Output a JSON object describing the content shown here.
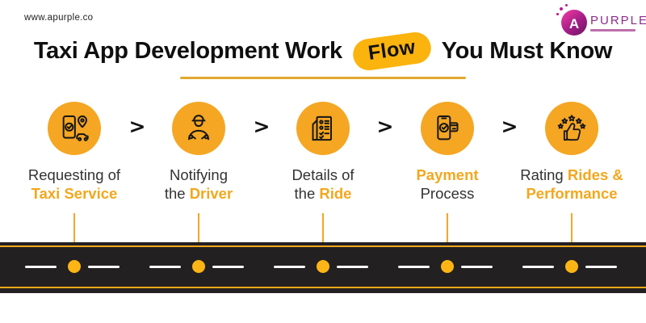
{
  "header": {
    "website_url": "www.apurple.co",
    "logo": {
      "letter": "A",
      "brand": "PURPLE",
      "mark_icon": "purple-splash-logo-icon"
    }
  },
  "title": {
    "pre": "Taxi App Development Work",
    "highlight": "Flow",
    "post": "You Must Know"
  },
  "connectors": {
    "chevron": ">"
  },
  "steps": [
    {
      "name": "requesting-taxi-service",
      "icon": "phone-taxi-request-icon",
      "line1": {
        "plain": "Requesting of",
        "accent": ""
      },
      "line2": {
        "plain": "",
        "accent": "Taxi Service"
      }
    },
    {
      "name": "notifying-driver",
      "icon": "driver-icon",
      "line1": {
        "plain": "Notifying",
        "accent": ""
      },
      "line2": {
        "plain": "the ",
        "accent": "Driver"
      }
    },
    {
      "name": "ride-details",
      "icon": "ride-checklist-icon",
      "line1": {
        "plain": "Details of",
        "accent": ""
      },
      "line2": {
        "plain": "the ",
        "accent": "Ride"
      }
    },
    {
      "name": "payment-process",
      "icon": "phone-payment-icon",
      "line1": {
        "plain": "",
        "accent": "Payment"
      },
      "line2": {
        "plain": "Process",
        "accent": ""
      }
    },
    {
      "name": "rating-rides-performance",
      "icon": "thumbs-up-stars-icon",
      "line1": {
        "plain": "Rating ",
        "accent": "Rides &"
      },
      "line2": {
        "plain": "",
        "accent": "Performance"
      }
    }
  ],
  "colors": {
    "accent_yellow": "#F5A623",
    "label_accent": "#F3A71E",
    "badge_yellow": "#FBB30E",
    "underline_gold": "#E2A72E",
    "road_black": "#232021",
    "road_stripe_yellow": "#F2A71B",
    "road_dot_yellow": "#FDB515",
    "logo_magenta": "#C2188B",
    "logo_purple": "#8E2D8F"
  }
}
